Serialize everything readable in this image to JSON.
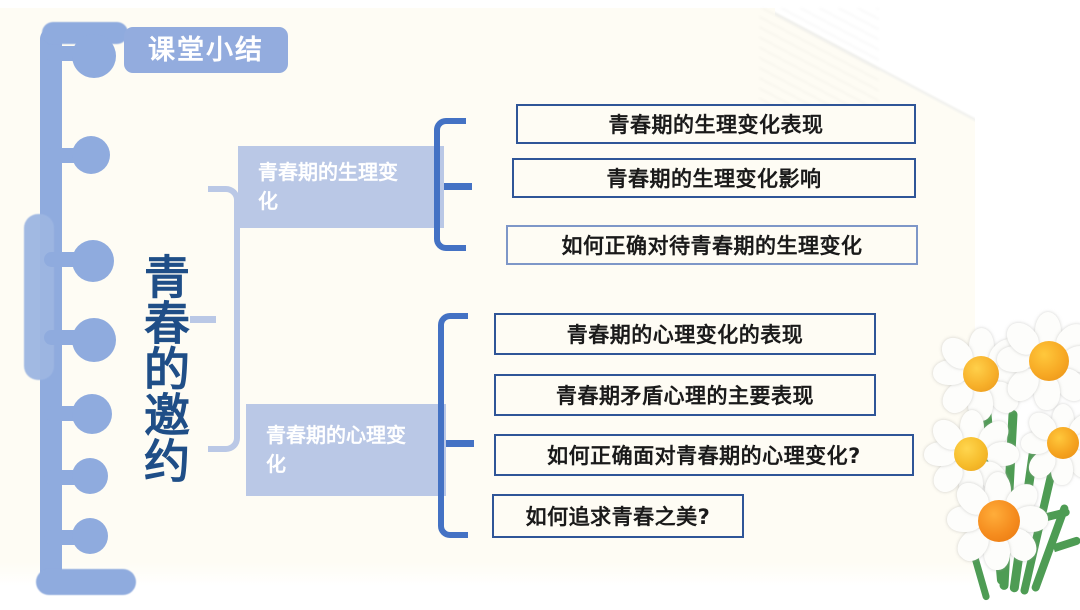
{
  "slide": {
    "background_color": "#FEFCF4",
    "accent_color": "#4472C4",
    "node_color": "#BAC8E6",
    "badge_color": "#93ACDE",
    "title_color": "#1F4E87"
  },
  "header": {
    "badge_label": "课堂小结"
  },
  "root": {
    "label": "青春的邀约"
  },
  "branches": [
    {
      "id": "physiological",
      "label": "青春期的生理变化",
      "leaves": [
        {
          "label": "青春期的生理变化表现"
        },
        {
          "label": "青春期的生理变化影响"
        },
        {
          "label": "如何正确对待青春期的生理变化"
        }
      ]
    },
    {
      "id": "psychological",
      "label": "青春期的心理变化",
      "leaves": [
        {
          "label": "青春期的心理变化的表现"
        },
        {
          "label": "青春期矛盾心理的主要表现"
        },
        {
          "label": "如何正确面对青春期的心理变化?"
        },
        {
          "label": "如何追求青春之美?"
        }
      ]
    }
  ],
  "decor": {
    "binding": "spiral-notebook-binding",
    "flowers": "white-daisy-bouquet",
    "flower_petal_color": "#FDFDFB",
    "flower_core_color": "#F5A623",
    "flower_stem_color": "#4E9C54"
  }
}
